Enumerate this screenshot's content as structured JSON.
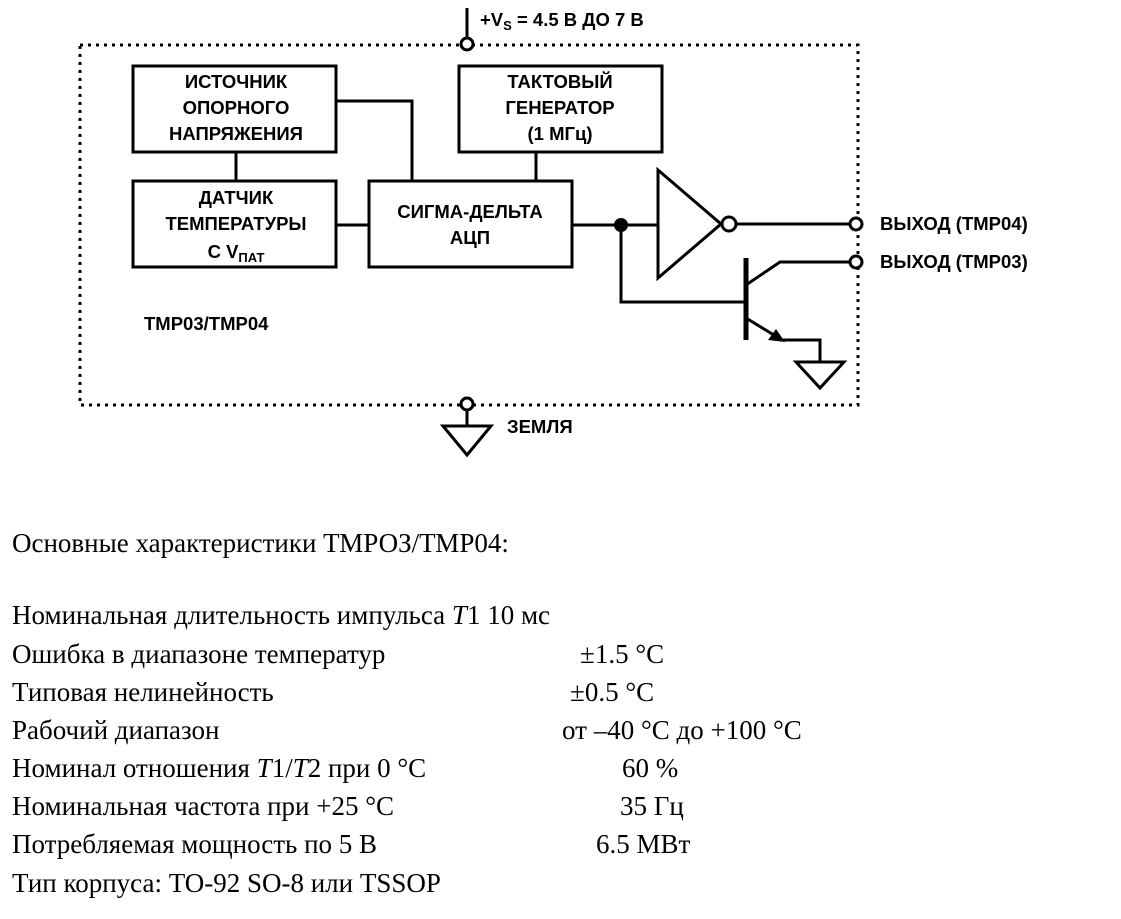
{
  "diagram": {
    "supply": "+V",
    "supply_sub": "S",
    "supply_value": " = 4.5 В ДО 7 В",
    "ground": "ЗЕМЛЯ",
    "chip_name": "TMP03/TMP04",
    "reference": [
      "ИСТОЧНИК",
      "ОПОРНОГО",
      "НАПРЯЖЕНИЯ"
    ],
    "oscillator": [
      "ТАКТОВЫЙ",
      "ГЕНЕРАТОР",
      "(1 МГц)"
    ],
    "sensor": [
      "ДАТЧИК",
      "ТЕМПЕРАТУРЫ"
    ],
    "sensor_line3": "С V",
    "sensor_line3_sub": "ПАТ",
    "adc": [
      "СИГМА-ДЕЛЬТА",
      "АЦП"
    ],
    "out_tmp04": "ВЫХОД (TMP04)",
    "out_tmp03": "ВЫХОД (TMP03)"
  },
  "specs": {
    "heading": "Основные характеристики ТМРОЗ/ТМР04:",
    "rows": [
      {
        "label_pre": "Номинальная длительность импульса ",
        "label_it": "T",
        "label_post": "1 10 мс",
        "value": ""
      },
      {
        "label_pre": "Ошибка в диапазоне температур",
        "label_it": "",
        "label_post": "",
        "value": "±1.5 °C"
      },
      {
        "label_pre": "Типовая нелинейность",
        "label_it": "",
        "label_post": "",
        "value": "±0.5 °C"
      },
      {
        "label_pre": "Рабочий диапазон",
        "label_it": "",
        "label_post": "",
        "value": "от –40 °C до +100 °C"
      },
      {
        "label_pre": "Номинал отношения ",
        "label_it": "T",
        "label_post": "1/",
        "label_it2": "T",
        "label_post2": "2 при 0 °C",
        "value": "60 %"
      },
      {
        "label_pre": "Номинальная частота при +25 °C",
        "label_it": "",
        "label_post": "",
        "value": "35 Гц"
      },
      {
        "label_pre": "Потребляемая мощность по 5 В",
        "label_it": "",
        "label_post": "",
        "value": "6.5 МВт"
      },
      {
        "label_pre": "Тип корпуса: TO-92 SO-8 или TSSOP",
        "label_it": "",
        "label_post": "",
        "value": ""
      }
    ]
  }
}
